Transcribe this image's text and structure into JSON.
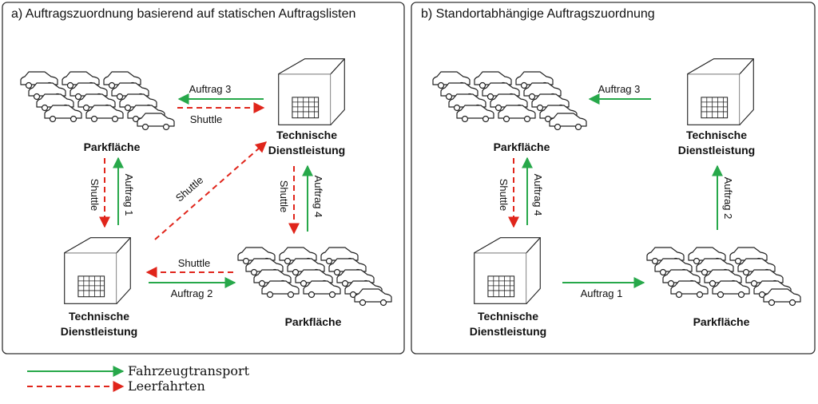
{
  "colors": {
    "green": "#27a84a",
    "red": "#e0251b",
    "ink": "#222222"
  },
  "panel_a": {
    "title": "a) Auftragszuordnung basierend auf statischen Auftragslisten",
    "parking_top": "Parkfläche",
    "service_top": {
      "line1": "Technische",
      "line2": "Dienstleistung"
    },
    "service_bottom": {
      "line1": "Technische",
      "line2": "Dienstleistung"
    },
    "parking_bottom": "Parkfläche",
    "edges": {
      "auftrag3": "Auftrag 3",
      "shuttle_top": "Shuttle",
      "shuttle_left": "Shuttle",
      "auftrag1": "Auftrag 1",
      "shuttle_diag": "Shuttle",
      "shuttle_right": "Shuttle",
      "auftrag4": "Auftrag 4",
      "shuttle_bottom": "Shuttle",
      "auftrag2": "Auftrag 2"
    }
  },
  "panel_b": {
    "title": "b) Standortabhängige Auftragszuordnung",
    "parking_top": "Parkfläche",
    "service_top": {
      "line1": "Technische",
      "line2": "Dienstleistung"
    },
    "service_bottom": {
      "line1": "Technische",
      "line2": "Dienstleistung"
    },
    "parking_bottom": "Parkfläche",
    "edges": {
      "auftrag3": "Auftrag 3",
      "shuttle_left": "Shuttle",
      "auftrag4": "Auftrag 4",
      "auftrag2": "Auftrag 2",
      "auftrag1": "Auftrag 1"
    }
  },
  "legend": {
    "solid": "Fahrzeugtransport",
    "dashed": "Leerfahrten"
  }
}
